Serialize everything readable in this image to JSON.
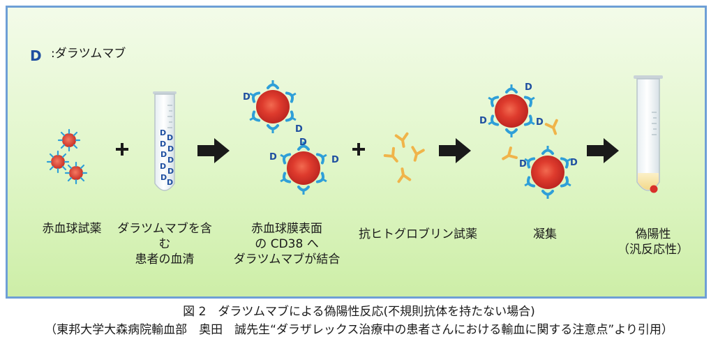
{
  "legend": {
    "icon": "daratumumab-icon",
    "symbol": "D",
    "text": ":ダラツムマブ"
  },
  "stages": [
    {
      "id": "reagent-rbc",
      "label": "赤血球試薬"
    },
    {
      "id": "patient-serum",
      "label": "ダラツムマブを含む\n患者の血清"
    },
    {
      "id": "binding",
      "label": "赤血球膜表面\nの CD38 へ\nダラツムマブが結合"
    },
    {
      "id": "ahg",
      "label": "抗ヒトグロブリン試薬"
    },
    {
      "id": "agglutination",
      "label": "凝集"
    },
    {
      "id": "false-positive",
      "label": "偽陽性\n（汎反応性）"
    }
  ],
  "operators": {
    "plus": "+",
    "arrow": "arrow-right-icon"
  },
  "caption": {
    "title": "図 2　ダラツムマブによる偽陽性反応(不規則抗体を持たない場合)",
    "source": "（東邦大学大森病院輸血部　奥田　誠先生“ダラザレックス治療中の患者さんにおける輸血に関する注意点”より引用）"
  },
  "colors": {
    "rbc": "#d8302a",
    "receptor": "#2f9fd8",
    "antibody_d": "#1f4fa0",
    "ahg": "#f0b44a",
    "frame": "#6e9fd6",
    "arrow": "#1a1a1a"
  }
}
